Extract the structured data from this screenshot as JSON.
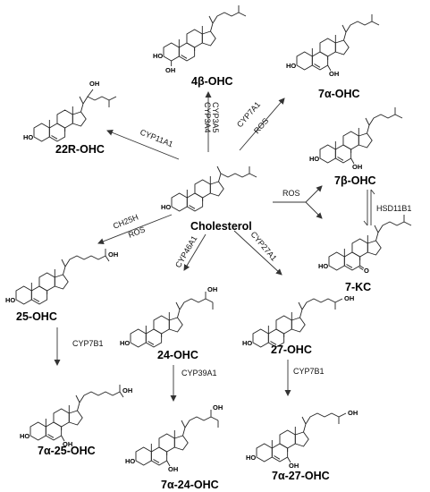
{
  "molecules": {
    "cholesterol": {
      "label": "Cholesterol",
      "groups": [
        "HO"
      ]
    },
    "ohc_4b": {
      "label": "4β-OHC",
      "groups": [
        "HO",
        "OH"
      ]
    },
    "ohc_7a": {
      "label": "7α-OHC",
      "groups": [
        "HO",
        "OH"
      ]
    },
    "ohc_22r": {
      "label": "22R-OHC",
      "groups": [
        "HO",
        "OH"
      ]
    },
    "ohc_7b": {
      "label": "7β-OHC",
      "groups": [
        "HO",
        "OH"
      ]
    },
    "kc_7": {
      "label": "7-KC",
      "groups": [
        "HO",
        "O"
      ]
    },
    "ohc_25": {
      "label": "25-OHC",
      "groups": [
        "HO",
        "OH"
      ]
    },
    "ohc_24": {
      "label": "24-OHC",
      "groups": [
        "HO",
        "OH"
      ]
    },
    "ohc_27": {
      "label": "27-OHC",
      "groups": [
        "HO",
        "OH"
      ]
    },
    "ohc_7a25": {
      "label": "7α-25-OHC",
      "groups": [
        "HO",
        "OH",
        "OH"
      ]
    },
    "ohc_7a24": {
      "label": "7α-24-OHC",
      "groups": [
        "HO",
        "OH",
        "OH"
      ]
    },
    "ohc_7a27": {
      "label": "7α-27-OHC",
      "groups": [
        "HO",
        "OH",
        "OH"
      ]
    }
  },
  "enzymes": {
    "cyp3a4": "CYP3A4",
    "cyp3a5": "CYP3A5",
    "cyp7a1": "CYP7A1",
    "ros_7a": "ROS",
    "cyp11a1": "CYP11A1",
    "ros_main": "ROS",
    "hsd11b1": "HSD11B1",
    "ch25h": "CH25H",
    "ros_25": "ROS",
    "cyp46a1": "CYP46A1",
    "cyp27a1": "CYP27A1",
    "cyp7b1_25": "CYP7B1",
    "cyp39a1": "CYP39A1",
    "cyp7b1_27": "CYP7B1"
  }
}
